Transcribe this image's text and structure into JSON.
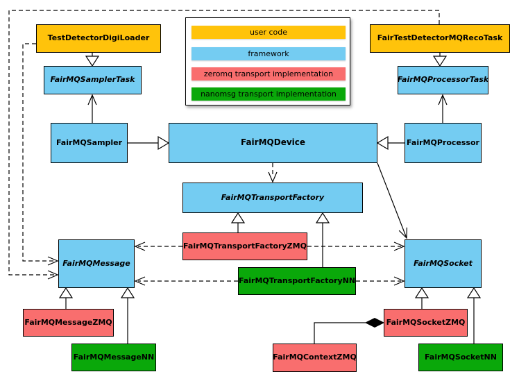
{
  "legend": {
    "items": [
      {
        "label": "user code",
        "color": "#FFC30B"
      },
      {
        "label": "framework",
        "color": "#74CCF2"
      },
      {
        "label": "zeromq transport implementation",
        "color": "#F96E6E"
      },
      {
        "label": "nanomsg transport implementation",
        "color": "#0AA80A"
      }
    ]
  },
  "nodes": {
    "test_detector_digi_loader": {
      "label": "TestDetectorDigiLoader",
      "category": "user code"
    },
    "fair_test_detector_mq_reco_task": {
      "label": "FairTestDetectorMQRecoTask",
      "category": "user code"
    },
    "fairmq_sampler_task": {
      "label": "FairMQSamplerTask",
      "category": "framework",
      "abstract": true
    },
    "fairmq_processor_task": {
      "label": "FairMQProcessorTask",
      "category": "framework",
      "abstract": true
    },
    "fairmq_sampler": {
      "label": "FairMQSampler",
      "category": "framework"
    },
    "fairmq_device": {
      "label": "FairMQDevice",
      "category": "framework"
    },
    "fairmq_processor": {
      "label": "FairMQProcessor",
      "category": "framework"
    },
    "fairmq_transport_factory": {
      "label": "FairMQTransportFactory",
      "category": "framework",
      "abstract": true
    },
    "fairmq_transport_factory_zmq": {
      "label": "FairMQTransportFactoryZMQ",
      "category": "zeromq transport implementation"
    },
    "fairmq_transport_factory_nn": {
      "label": "FairMQTransportFactoryNN",
      "category": "nanomsg transport implementation"
    },
    "fairmq_message": {
      "label": "FairMQMessage",
      "category": "framework",
      "abstract": true
    },
    "fairmq_socket": {
      "label": "FairMQSocket",
      "category": "framework",
      "abstract": true
    },
    "fairmq_message_zmq": {
      "label": "FairMQMessageZMQ",
      "category": "zeromq transport implementation"
    },
    "fairmq_message_nn": {
      "label": "FairMQMessageNN",
      "category": "nanomsg transport implementation"
    },
    "fairmq_socket_zmq": {
      "label": "FairMQSocketZMQ",
      "category": "zeromq transport implementation"
    },
    "fairmq_socket_nn": {
      "label": "FairMQSocketNN",
      "category": "nanomsg transport implementation"
    },
    "fairmq_context_zmq": {
      "label": "FairMQContextZMQ",
      "category": "zeromq transport implementation"
    }
  },
  "edges": [
    {
      "from": "TestDetectorDigiLoader",
      "to": "FairMQSamplerTask",
      "type": "generalization"
    },
    {
      "from": "FairTestDetectorMQRecoTask",
      "to": "FairMQProcessorTask",
      "type": "generalization"
    },
    {
      "from": "FairMQSampler",
      "to": "FairMQDevice",
      "type": "generalization"
    },
    {
      "from": "FairMQProcessor",
      "to": "FairMQDevice",
      "type": "generalization"
    },
    {
      "from": "FairMQSampler",
      "to": "FairMQSamplerTask",
      "type": "association"
    },
    {
      "from": "FairMQProcessor",
      "to": "FairMQProcessorTask",
      "type": "association"
    },
    {
      "from": "FairMQDevice",
      "to": "FairMQTransportFactory",
      "type": "dependency-dashed"
    },
    {
      "from": "FairMQDevice",
      "to": "FairMQSocket",
      "type": "association"
    },
    {
      "from": "FairMQTransportFactoryZMQ",
      "to": "FairMQTransportFactory",
      "type": "generalization"
    },
    {
      "from": "FairMQTransportFactoryNN",
      "to": "FairMQTransportFactory",
      "type": "generalization"
    },
    {
      "from": "FairMQTransportFactoryZMQ",
      "to": "FairMQMessage",
      "type": "dependency-dashed"
    },
    {
      "from": "FairMQTransportFactoryZMQ",
      "to": "FairMQSocket",
      "type": "dependency-dashed"
    },
    {
      "from": "FairMQTransportFactoryNN",
      "to": "FairMQMessage",
      "type": "dependency-dashed"
    },
    {
      "from": "FairMQTransportFactoryNN",
      "to": "FairMQSocket",
      "type": "dependency-dashed"
    },
    {
      "from": "TestDetectorDigiLoader",
      "to": "FairMQMessage",
      "type": "dependency-dashed"
    },
    {
      "from": "FairTestDetectorMQRecoTask",
      "to": "FairMQMessage",
      "type": "dependency-dashed"
    },
    {
      "from": "FairMQMessageZMQ",
      "to": "FairMQMessage",
      "type": "generalization"
    },
    {
      "from": "FairMQMessageNN",
      "to": "FairMQMessage",
      "type": "generalization"
    },
    {
      "from": "FairMQSocketZMQ",
      "to": "FairMQSocket",
      "type": "generalization"
    },
    {
      "from": "FairMQSocketNN",
      "to": "FairMQSocket",
      "type": "generalization"
    },
    {
      "from": "FairMQContextZMQ",
      "to": "FairMQSocketZMQ",
      "type": "composition"
    }
  ]
}
